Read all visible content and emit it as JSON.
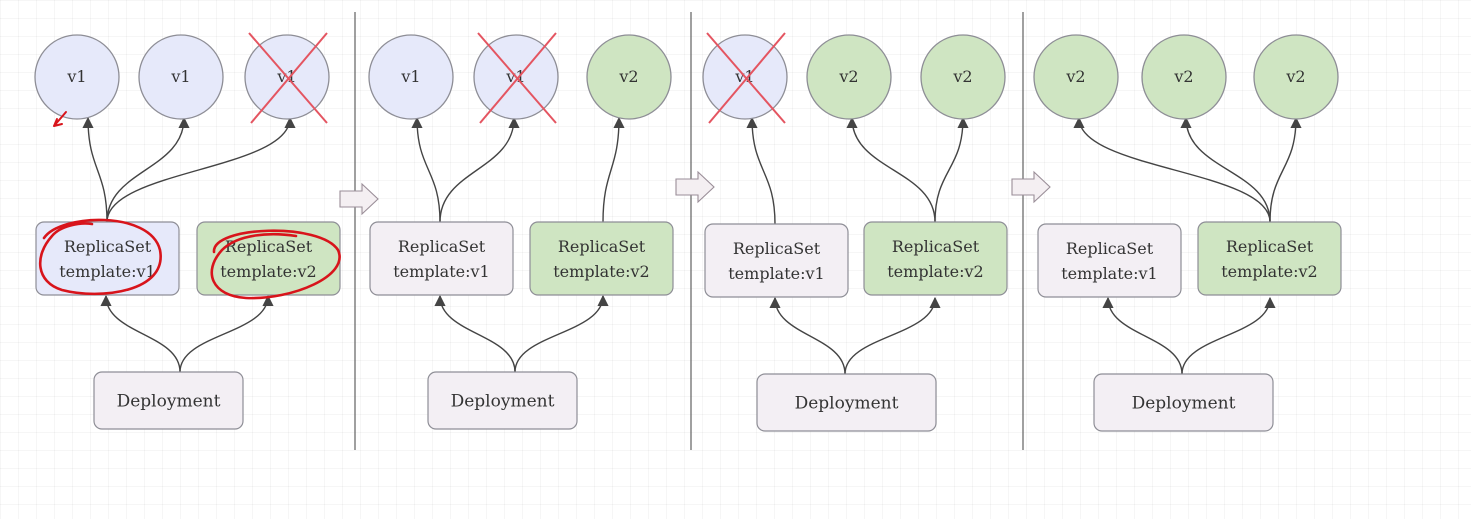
{
  "colors": {
    "pod_v1": "#e6e9fa",
    "pod_v2": "#cfe5c2",
    "rs_v1_active": "#e6e9fa",
    "rs_v1_idle": "#f3eff4",
    "rs_v2": "#cfe5c2",
    "deployment": "#f3eff4",
    "stroke": "#8e8e96",
    "cross": "#e45561",
    "highlight": "#d8141b",
    "arrow": "#444444",
    "divider": "#777777",
    "step_arrow_fill": "#f4eff2"
  },
  "stages": [
    {
      "pods": [
        {
          "label": "v1",
          "version": "v1",
          "terminated": false
        },
        {
          "label": "v1",
          "version": "v1",
          "terminated": false
        },
        {
          "label": "v1",
          "version": "v1",
          "terminated": true
        }
      ],
      "rs_v1": {
        "line1": "ReplicaSet",
        "line2": "template:v1",
        "active": true
      },
      "rs_v2": {
        "line1": "ReplicaSet",
        "line2": "template:v2"
      },
      "deployment": "Deployment"
    },
    {
      "pods": [
        {
          "label": "v1",
          "version": "v1",
          "terminated": false
        },
        {
          "label": "v1",
          "version": "v1",
          "terminated": true
        },
        {
          "label": "v2",
          "version": "v2",
          "terminated": false
        }
      ],
      "rs_v1": {
        "line1": "ReplicaSet",
        "line2": "template:v1",
        "active": false
      },
      "rs_v2": {
        "line1": "ReplicaSet",
        "line2": "template:v2"
      },
      "deployment": "Deployment"
    },
    {
      "pods": [
        {
          "label": "v1",
          "version": "v1",
          "terminated": true
        },
        {
          "label": "v2",
          "version": "v2",
          "terminated": false
        },
        {
          "label": "v2",
          "version": "v2",
          "terminated": false
        }
      ],
      "rs_v1": {
        "line1": "ReplicaSet",
        "line2": "template:v1",
        "active": false
      },
      "rs_v2": {
        "line1": "ReplicaSet",
        "line2": "template:v2"
      },
      "deployment": "Deployment"
    },
    {
      "pods": [
        {
          "label": "v2",
          "version": "v2",
          "terminated": false
        },
        {
          "label": "v2",
          "version": "v2",
          "terminated": false
        },
        {
          "label": "v2",
          "version": "v2",
          "terminated": false
        }
      ],
      "rs_v1": {
        "line1": "ReplicaSet",
        "line2": "template:v1",
        "active": false
      },
      "rs_v2": {
        "line1": "ReplicaSet",
        "line2": "template:v2"
      },
      "deployment": "Deployment"
    }
  ]
}
